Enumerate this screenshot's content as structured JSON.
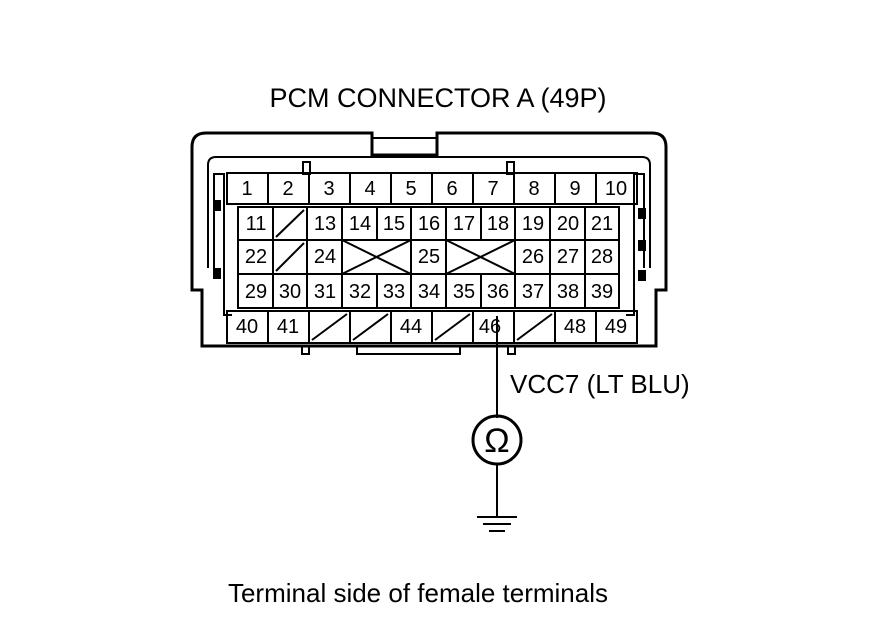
{
  "title": "PCM CONNECTOR A (49P)",
  "wire_label": "VCC7 (LT BLU)",
  "caption": "Terminal side of female terminals",
  "meter_symbol": "Ω",
  "rows": [
    [
      "1",
      "2",
      "3",
      "4",
      "5",
      "6",
      "7",
      "8",
      "9",
      "10"
    ],
    [
      "11",
      "",
      "13",
      "14",
      "15",
      "16",
      "17",
      "18",
      "19",
      "20",
      "21"
    ],
    [
      "22",
      "",
      "24",
      "",
      "25",
      "",
      "26",
      "27",
      "28"
    ],
    [
      "29",
      "30",
      "31",
      "32",
      "33",
      "34",
      "35",
      "36",
      "37",
      "38",
      "39"
    ],
    [
      "40",
      "41",
      "",
      "",
      "44",
      "",
      "46",
      "",
      "48",
      "49"
    ]
  ]
}
